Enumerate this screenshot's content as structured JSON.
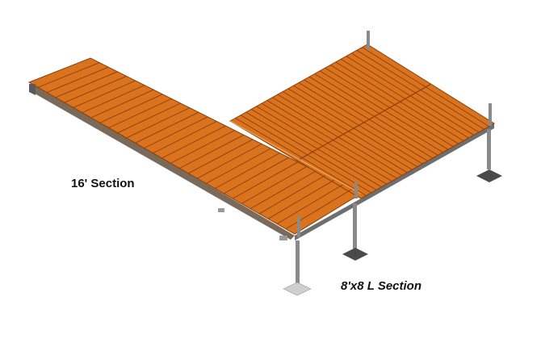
{
  "labels": {
    "sixteen_section": "16' Section",
    "l_section": "8'x8 L Section"
  },
  "colors": {
    "deck_fill": "#d9731e",
    "board_line": "#8c3f0c",
    "frame": "#6e6e6e",
    "post": "#8a8a8a",
    "base_plate": "#4a4a4a",
    "base_plate_light": "#cfcfcf"
  },
  "icons": {
    "dock_diagram": "isometric-dock-illustration"
  }
}
